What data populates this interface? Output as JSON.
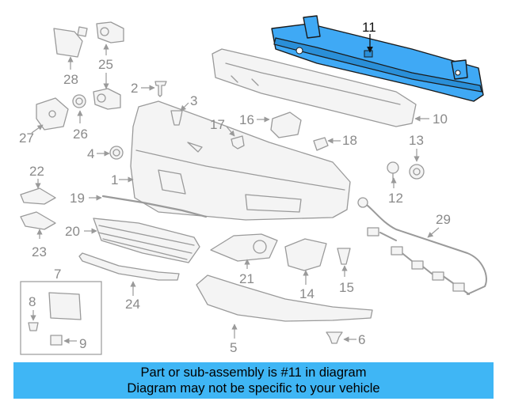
{
  "labels": {
    "l1": "1",
    "l2": "2",
    "l3": "3",
    "l4": "4",
    "l5": "5",
    "l6": "6",
    "l7": "7",
    "l8": "8",
    "l9": "9",
    "l10": "10",
    "l11": "11",
    "l12": "12",
    "l13": "13",
    "l14": "14",
    "l15": "15",
    "l16": "16",
    "l17": "17",
    "l18": "18",
    "l19": "19",
    "l20": "20",
    "l21": "21",
    "l22": "22",
    "l23": "23",
    "l24": "24",
    "l25": "25",
    "l26": "26",
    "l27": "27",
    "l28": "28",
    "l29": "29"
  },
  "highlight_color": "#3fa9f5",
  "banner": {
    "line1": "Part or sub-assembly is #11 in diagram",
    "line2": "Diagram may not be specific to your vehicle",
    "color": "#3fb6f5"
  }
}
